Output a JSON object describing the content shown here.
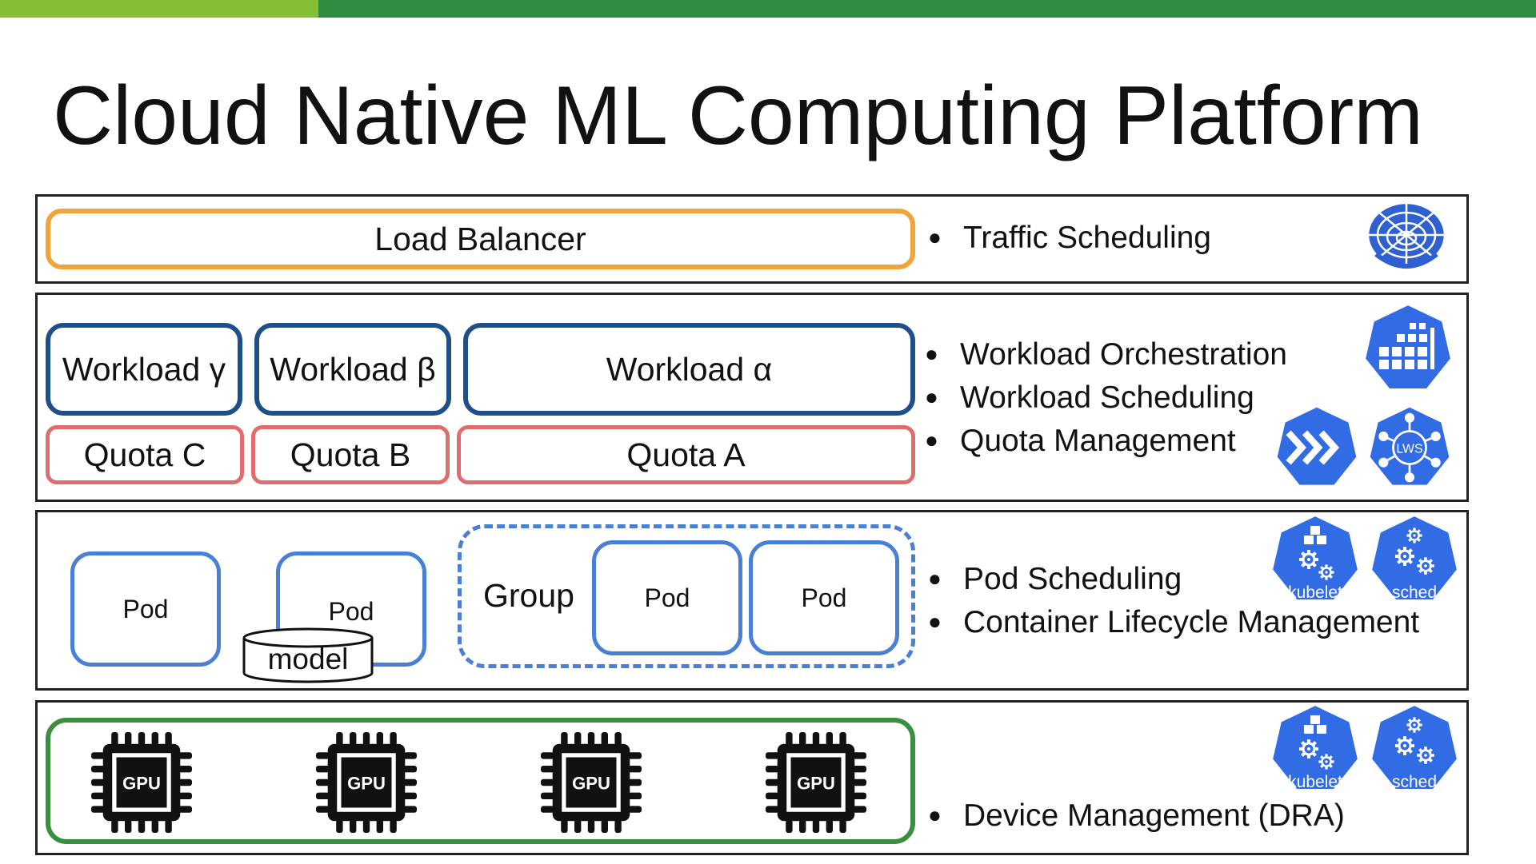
{
  "title": "Cloud Native ML Computing Platform",
  "colors": {
    "top_bar_green": "#2f8d42",
    "top_bar_lime": "#86bf35",
    "load_balancer_border": "#f0a43a",
    "workload_border": "#1e4f86",
    "quota_border": "#e06d6d",
    "pod_border": "#4a7fd6",
    "gpu_group_border": "#3b8e3e",
    "k8s_icon_blue": "#326ce5"
  },
  "traffic_layer": {
    "load_balancer": "Load Balancer",
    "bullets": [
      "Traffic Scheduling"
    ],
    "icons": [
      "mesh-globe-icon"
    ]
  },
  "workload_layer": {
    "workloads": [
      "Workload γ",
      "Workload β",
      "Workload α"
    ],
    "quotas": [
      "Quota C",
      "Quota B",
      "Quota A"
    ],
    "bullets": [
      "Workload Orchestration",
      "Workload Scheduling",
      "Quota Management"
    ],
    "icons": [
      "volcano-icon",
      "kueue-icon",
      "lws-icon"
    ],
    "lws_label": "LWS"
  },
  "pod_layer": {
    "pod_label": "Pod",
    "model_label": "model",
    "group_label": "Group",
    "bullets": [
      "Pod Scheduling",
      "Container Lifecycle Management"
    ],
    "icon_labels": [
      "kubelet",
      "sched"
    ]
  },
  "device_layer": {
    "gpu_label": "GPU",
    "bullets": [
      "Device Management (DRA)"
    ],
    "icon_labels": [
      "kubelet",
      "sched"
    ]
  }
}
